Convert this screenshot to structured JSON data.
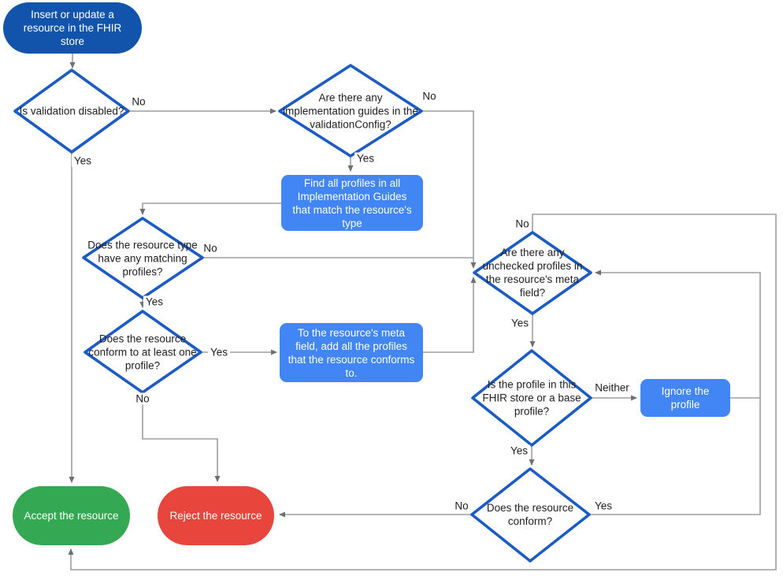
{
  "colors": {
    "start_fill": "#1254AC",
    "decision_stroke": "#1A5BC6",
    "process_fill": "#4285F4",
    "accept_fill": "#34A853",
    "reject_fill": "#E8453C",
    "edge": "#9E9E9E",
    "arrowhead": "#707070",
    "text_dark": "#202124",
    "text_light": "#FFFFFF"
  },
  "nodes": {
    "insert": {
      "label": "Insert or update a resource in the FHIR store"
    },
    "validation_disabled": {
      "label": "Is validation disabled?"
    },
    "implementation_guides": {
      "label": "Are there any implementation guides in the validationConfig?"
    },
    "find_profiles": {
      "label": "Find all profiles in all Implementation Guides that match the resource's type"
    },
    "matching_profiles": {
      "label": "Does the resource type have any matching profiles?"
    },
    "conforms_one": {
      "label": "Does the resource conform to at least one profile?"
    },
    "add_profiles": {
      "label": "To the resource's meta field, add all the profiles that the resource conforms to."
    },
    "unchecked_profiles": {
      "label": "Are there any unchecked profiles in the resource's meta field?"
    },
    "profile_in_store": {
      "label": "Is the profile in this FHIR store or a base profile?"
    },
    "ignore_profile": {
      "label": "Ignore the profile"
    },
    "resource_conforms": {
      "label": "Does the resource conform?"
    },
    "accept": {
      "label": "Accept the resource"
    },
    "reject": {
      "label": "Reject the resource"
    }
  },
  "edge_labels": {
    "validation_no": "No",
    "validation_yes": "Yes",
    "guides_no": "No",
    "guides_yes": "Yes",
    "matching_no": "No",
    "matching_yes": "Yes",
    "conforms_one_yes": "Yes",
    "conforms_one_no": "No",
    "unchecked_no": "No",
    "unchecked_yes": "Yes",
    "profile_neither": "Neither",
    "profile_yes": "Yes",
    "resource_conforms_no": "No",
    "resource_conforms_yes": "Yes"
  }
}
